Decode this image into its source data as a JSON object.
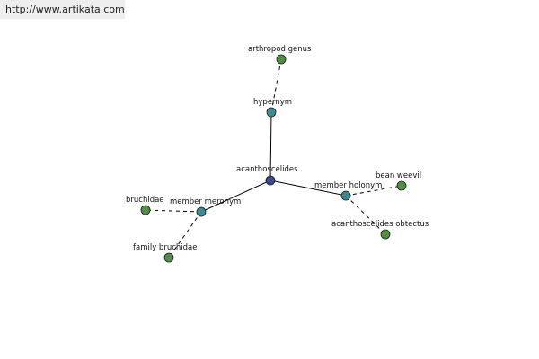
{
  "site_url": "http://www.artikata.com",
  "colors": {
    "center_node": "#3b4a8e",
    "relation_node": "#3f8a8e",
    "leaf_node": "#4f8f44",
    "edge": "#000000"
  },
  "nodes": [
    {
      "id": "acanthoscelides",
      "label": "acanthoscelides",
      "kind": "center"
    },
    {
      "id": "hypernym",
      "label": "hypernym",
      "kind": "relation"
    },
    {
      "id": "arthropod-genus",
      "label": "arthropod genus",
      "kind": "leaf"
    },
    {
      "id": "member-meronym",
      "label": "member meronym",
      "kind": "relation"
    },
    {
      "id": "bruchidae",
      "label": "bruchidae",
      "kind": "leaf"
    },
    {
      "id": "family-bruchidae",
      "label": "family bruchidae",
      "kind": "leaf"
    },
    {
      "id": "member-holonym",
      "label": "member holonym",
      "kind": "relation"
    },
    {
      "id": "bean-weevil",
      "label": "bean weevil",
      "kind": "leaf"
    },
    {
      "id": "acanthoscelides-obtectus",
      "label": "acanthoscelides obtectus",
      "kind": "leaf"
    }
  ],
  "edges": [
    {
      "from": "acanthoscelides",
      "to": "hypernym",
      "style": "solid"
    },
    {
      "from": "acanthoscelides",
      "to": "member-meronym",
      "style": "solid"
    },
    {
      "from": "acanthoscelides",
      "to": "member-holonym",
      "style": "solid"
    },
    {
      "from": "hypernym",
      "to": "arthropod-genus",
      "style": "dashed"
    },
    {
      "from": "member-meronym",
      "to": "bruchidae",
      "style": "dashed"
    },
    {
      "from": "member-meronym",
      "to": "family-bruchidae",
      "style": "dashed"
    },
    {
      "from": "member-holonym",
      "to": "bean-weevil",
      "style": "dashed"
    },
    {
      "from": "member-holonym",
      "to": "acanthoscelides-obtectus",
      "style": "dashed"
    }
  ]
}
